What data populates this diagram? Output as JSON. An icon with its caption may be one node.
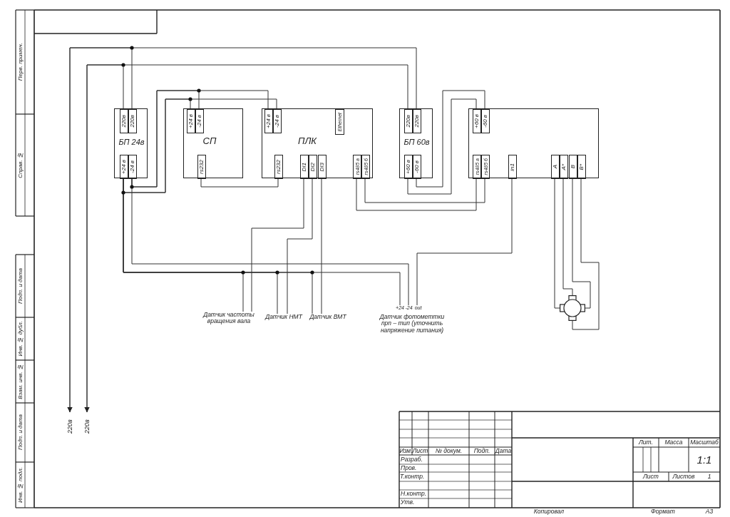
{
  "diagram": {
    "nodes": [
      {
        "text": [
          "БП 24в"
        ]
      },
      {
        "text": [
          "220в"
        ],
        "in": 0
      },
      {
        "text": [
          "220в"
        ],
        "in": 0
      },
      {
        "text": [
          "+24 в"
        ],
        "in": 0
      },
      {
        "text": [
          "-24 в"
        ],
        "in": 0
      },
      {
        "text": [
          "СП"
        ]
      },
      {
        "text": [
          "+24 в"
        ],
        "in": 5
      },
      {
        "text": [
          "-24 в"
        ],
        "in": 5
      },
      {
        "text": [
          "rs232"
        ],
        "in": 5
      },
      {
        "text": [
          "ПЛК"
        ]
      },
      {
        "text": [
          "+24 в"
        ],
        "in": 9
      },
      {
        "text": [
          "-24 в"
        ],
        "in": 9
      },
      {
        "text": [
          "Ethernet"
        ],
        "in": 9
      },
      {
        "text": [
          "rs232"
        ],
        "in": 9
      },
      {
        "text": [
          "DI1"
        ],
        "in": 9
      },
      {
        "text": [
          "DI2"
        ],
        "in": 9
      },
      {
        "text": [
          "DI3"
        ],
        "in": 9
      },
      {
        "text": [
          "rs485 а"
        ],
        "in": 9
      },
      {
        "text": [
          "rs485 б"
        ],
        "in": 9
      },
      {
        "text": [
          "БП 60в"
        ]
      },
      {
        "text": [
          "220в"
        ],
        "in": 19
      },
      {
        "text": [
          "220в"
        ],
        "in": 19
      },
      {
        "text": [
          "+60 в"
        ],
        "in": 19
      },
      {
        "text": [
          "-60 в"
        ],
        "in": 19
      },
      {
        "text": [],
        "shape": "box"
      },
      {
        "text": [
          "+60 в"
        ],
        "in": 24
      },
      {
        "text": [
          "-60 в"
        ],
        "in": 24
      },
      {
        "text": [
          "rs485 а"
        ],
        "in": 24
      },
      {
        "text": [
          "rs485 б"
        ],
        "in": 24
      },
      {
        "text": [
          "in1"
        ],
        "in": 24
      },
      {
        "text": [
          "A"
        ],
        "in": 24
      },
      {
        "text": [
          "A*"
        ],
        "in": 24
      },
      {
        "text": [
          "B"
        ],
        "in": 24
      },
      {
        "text": [
          "B*"
        ],
        "in": 24
      },
      {
        "text": [],
        "shape": "circle"
      },
      {
        "text": [
          "Датчик частоты вращения вала"
        ]
      },
      {
        "text": [
          "Датчик НМТ"
        ]
      },
      {
        "text": [
          "Датчик ВМТ"
        ]
      },
      {
        "text": [
          "+24"
        ]
      },
      {
        "text": [
          "-24"
        ]
      },
      {
        "text": [
          "out"
        ]
      },
      {
        "text": [
          "Датчик фотометтки npn – тип (уточнить напряжение питания)"
        ]
      },
      {
        "text": [
          "220в"
        ]
      },
      {
        "text": [
          "220в"
        ]
      }
    ],
    "edges": [
      {
        "from": 2,
        "to": 42,
        "arrow": "to"
      },
      {
        "from": 21,
        "to": 42,
        "arrow": "to"
      },
      {
        "from": 1,
        "to": 43,
        "arrow": "to"
      },
      {
        "from": 20,
        "to": 43,
        "arrow": "to"
      },
      {
        "from": 4,
        "to": 7,
        "arrow": "none"
      },
      {
        "from": 4,
        "to": 10,
        "arrow": "none"
      },
      {
        "from": 3,
        "to": 6,
        "arrow": "none"
      },
      {
        "from": 3,
        "to": 11,
        "arrow": "none"
      },
      {
        "from": 8,
        "to": 13,
        "arrow": "none"
      },
      {
        "from": 3,
        "to": 35,
        "arrow": "none"
      },
      {
        "from": 3,
        "to": 36,
        "arrow": "none"
      },
      {
        "from": 3,
        "to": 37,
        "arrow": "none"
      },
      {
        "from": 3,
        "to": 38,
        "arrow": "none"
      },
      {
        "from": 4,
        "to": 39,
        "arrow": "none"
      },
      {
        "from": 14,
        "to": 35,
        "arrow": "none"
      },
      {
        "from": 15,
        "to": 36,
        "arrow": "none"
      },
      {
        "from": 16,
        "to": 37,
        "arrow": "none"
      },
      {
        "from": 29,
        "to": 40,
        "arrow": "none"
      },
      {
        "from": 17,
        "to": 27,
        "arrow": "none"
      },
      {
        "from": 18,
        "to": 28,
        "arrow": "none"
      },
      {
        "from": 22,
        "to": 25,
        "arrow": "none"
      },
      {
        "from": 23,
        "to": 26,
        "arrow": "none"
      },
      {
        "from": 30,
        "to": 34,
        "arrow": "none"
      },
      {
        "from": 31,
        "to": 34,
        "arrow": "none"
      },
      {
        "from": 32,
        "to": 34,
        "arrow": "none"
      },
      {
        "from": 33,
        "to": 34,
        "arrow": "none"
      }
    ],
    "labels": [
      "Перв. примен.",
      "Справ. №",
      "Подп. и дата",
      "Инв. № дубл.",
      "Взам. инв. №",
      "Подп. и дата",
      "Инв. № подл.",
      "Лит.",
      "Масса",
      "Масштаб",
      "Изм.",
      "Лист",
      "№ докум.",
      "Подп.",
      "Дата",
      "Разраб.",
      "1:1",
      "Пров.",
      "Т.контр.",
      "Лист",
      "Листов",
      "1",
      "Н.контр.",
      "Утв.",
      "Копировал",
      "Формат",
      "А3"
    ]
  }
}
